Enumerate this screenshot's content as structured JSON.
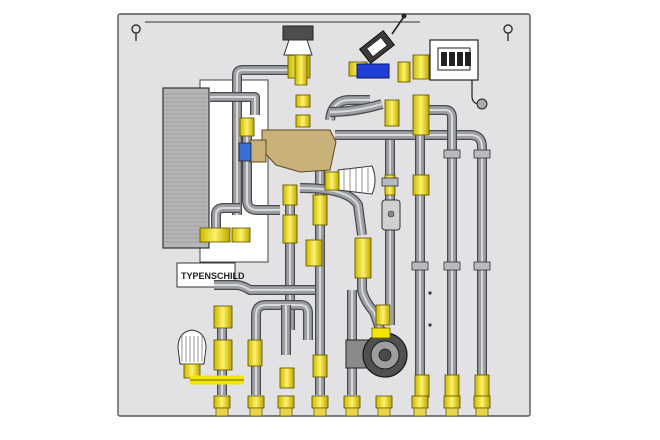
{
  "plate_label": "TYPENSCHILD",
  "colors": {
    "panel": "#e2e2e4",
    "panel_edge": "#555555",
    "pipe": "#9c9fa3",
    "pipe_edge": "#4a4a4a",
    "brass": "#f3e600",
    "brass_edge": "#6b5d00",
    "fitting": "#c9b27a",
    "pump": "#5a5a5a",
    "valve_blue": "#1f3fd6",
    "heat_exchanger": "#b5b5b8",
    "white_panel": "#ffffff"
  },
  "components": {
    "heat_exchanger": "plate-heat-exchanger",
    "pump": "circulation-pump",
    "thermostat_head": "thermostatic-valve-head",
    "motor_valve": "motorised-valve-actuator",
    "terminal_box": "electrical-terminal-box",
    "type_plate": "type-plate"
  }
}
